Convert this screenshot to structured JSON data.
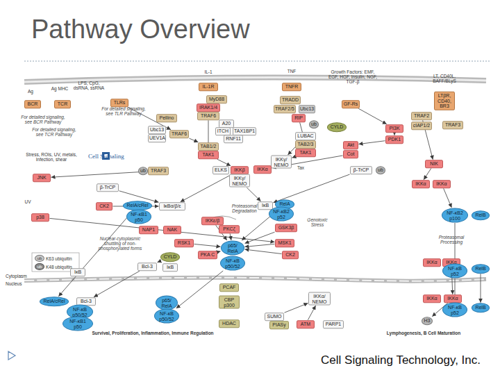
{
  "diagram": {
    "title": "Pathway Overview",
    "caption": "Cell Signaling Technology, Inc.",
    "nodes": [
      {
        "text": [
          "BCR"
        ]
      },
      {
        "text": [
          "TCR"
        ]
      },
      {
        "text": [
          "TLRs"
        ]
      },
      {
        "text": [
          "IL-1R"
        ]
      },
      {
        "text": [
          "TNFR"
        ]
      },
      {
        "text": [
          "GF-Rs"
        ]
      },
      {
        "text": [
          "LTβR, CD40, BR3"
        ]
      },
      {
        "text": [
          "MyD88"
        ]
      },
      {
        "text": [
          "TRADD"
        ]
      },
      {
        "text": [
          "IRAK1/4"
        ]
      },
      {
        "text": [
          "TRAF6"
        ]
      },
      {
        "text": [
          "TRAF2/5"
        ]
      },
      {
        "text": [
          "Ubc13"
        ]
      },
      {
        "text": [
          "Pellino"
        ]
      },
      {
        "text": [
          "RIP"
        ]
      },
      {
        "text": [
          "ub"
        ]
      },
      {
        "text": [
          "CYLD"
        ]
      },
      {
        "text": [
          "TRAF2"
        ]
      },
      {
        "text": [
          "TRAF3"
        ]
      },
      {
        "text": [
          "cIAP1/2"
        ]
      },
      {
        "text": [
          "A20"
        ]
      },
      {
        "text": [
          "PI3K"
        ]
      },
      {
        "text": [
          "Ubc13"
        ]
      },
      {
        "text": [
          "TRAF6"
        ]
      },
      {
        "text": [
          "ITCH"
        ]
      },
      {
        "text": [
          "TAX1BP1"
        ]
      },
      {
        "text": [
          "UEV1A"
        ]
      },
      {
        "text": [
          "RNF11"
        ]
      },
      {
        "text": [
          "LUBAC"
        ]
      },
      {
        "text": [
          "PDK1"
        ]
      },
      {
        "text": [
          "TAB1/2"
        ]
      },
      {
        "text": [
          "TAB2/3"
        ]
      },
      {
        "text": [
          "Akt"
        ]
      },
      {
        "text": [
          "TAK1"
        ]
      },
      {
        "text": [
          "TAK1"
        ]
      },
      {
        "text": [
          "Cot"
        ]
      },
      {
        "text": [
          "IKKγ/ NEMO"
        ]
      },
      {
        "text": [
          "NIK"
        ]
      },
      {
        "text": [
          "ELKS"
        ]
      },
      {
        "text": [
          "IKKβ"
        ]
      },
      {
        "text": [
          "IKKα"
        ]
      },
      {
        "text": [
          "TRAF3"
        ]
      },
      {
        "text": [
          "ub"
        ]
      },
      {
        "text": [
          "β-TrCP"
        ]
      },
      {
        "text": [
          "ub"
        ]
      },
      {
        "text": [
          "JNK"
        ]
      },
      {
        "text": [
          "IKKγ/ NEMO"
        ]
      },
      {
        "text": [
          "IKKα"
        ]
      },
      {
        "text": [
          "IKKα"
        ]
      },
      {
        "text": [
          "β-TrCP"
        ]
      },
      {
        "text": [
          "CK2"
        ]
      },
      {
        "text": [
          "RelA/cRel"
        ]
      },
      {
        "text": [
          "IκBα/β/ε"
        ]
      },
      {
        "text": [
          "IκB"
        ]
      },
      {
        "text": [
          "RelA"
        ]
      },
      {
        "text": [
          "NF-κB1 p50"
        ]
      },
      {
        "text": [
          "NF-κB2 p52"
        ]
      },
      {
        "text": [
          "NF-κB2 p100"
        ]
      },
      {
        "text": [
          "RelB"
        ]
      },
      {
        "text": [
          "p38"
        ]
      },
      {
        "text": [
          "IKKε/β"
        ]
      },
      {
        "text": [
          "PKCζ"
        ]
      },
      {
        "text": [
          "GSK3β"
        ]
      },
      {
        "text": [
          "NAP1"
        ]
      },
      {
        "text": [
          "NAK"
        ]
      },
      {
        "text": [
          "RSK1"
        ]
      },
      {
        "text": [
          "MSK1"
        ]
      },
      {
        "text": [
          "p65/ RelA"
        ]
      },
      {
        "text": [
          "PKA C"
        ]
      },
      {
        "text": [
          "CK2"
        ]
      },
      {
        "text": [
          "CYLD"
        ]
      },
      {
        "text": [
          "NF-κB p50/52"
        ]
      },
      {
        "text": [
          "IKKα"
        ]
      },
      {
        "text": [
          "IKKα"
        ]
      },
      {
        "text": [
          "Bcl-3"
        ]
      },
      {
        "text": [
          "IκB"
        ]
      },
      {
        "text": [
          "NF-κB p52"
        ]
      },
      {
        "text": [
          "RelB"
        ]
      },
      {
        "text": [
          "IκB"
        ]
      },
      {
        "text": [
          "PCAF"
        ]
      },
      {
        "text": [
          "IKKα/ NEMO"
        ]
      },
      {
        "text": [
          "CBP p300"
        ]
      },
      {
        "text": [
          "RelA/cRel"
        ]
      },
      {
        "text": [
          "Bcl-3"
        ]
      },
      {
        "text": [
          "p65/ RelA"
        ]
      },
      {
        "text": [
          "IKKα"
        ]
      },
      {
        "text": [
          "IKKα"
        ]
      },
      {
        "text": [
          "NF-κB p50/52"
        ]
      },
      {
        "text": [
          "NF-κB p50/52"
        ]
      },
      {
        "text": [
          "NF-κB p52"
        ]
      },
      {
        "text": [
          "RelB"
        ]
      },
      {
        "text": [
          "SUMO"
        ]
      },
      {
        "text": [
          "NF-κB1 p50"
        ]
      },
      {
        "text": [
          "HDAC"
        ]
      },
      {
        "text": [
          "PIASy"
        ]
      },
      {
        "text": [
          "ATM"
        ]
      },
      {
        "text": [
          "PARP1"
        ]
      },
      {
        "text": [
          "H3"
        ]
      }
    ],
    "edges": [
      {
        "from": 10,
        "to": 33,
        "arrow": "to"
      },
      {
        "from": 23,
        "to": 30,
        "arrow": "to"
      },
      {
        "from": 2,
        "to": 23,
        "arrow": "to"
      },
      {
        "from": 14,
        "to": 31,
        "arrow": "to"
      },
      {
        "from": 28,
        "to": 36,
        "arrow": "to"
      },
      {
        "from": 34,
        "to": 36,
        "arrow": "to"
      },
      {
        "from": 33,
        "to": 39,
        "arrow": "to"
      },
      {
        "from": 5,
        "to": 21,
        "arrow": "to"
      },
      {
        "from": 21,
        "to": 29,
        "arrow": "to"
      },
      {
        "from": 29,
        "to": 32,
        "arrow": "to"
      },
      {
        "from": 35,
        "to": 40,
        "arrow": "to"
      },
      {
        "from": 17,
        "to": 37,
        "arrow": "to"
      },
      {
        "from": 37,
        "to": 47,
        "arrow": "to"
      },
      {
        "from": 48,
        "to": 57,
        "arrow": "to"
      },
      {
        "from": 57,
        "to": 76,
        "arrow": "to"
      },
      {
        "from": 73,
        "to": 86,
        "arrow": "to"
      },
      {
        "from": 76,
        "to": 89,
        "arrow": "to"
      },
      {
        "from": 41,
        "to": 45,
        "arrow": "to"
      },
      {
        "from": 50,
        "to": 52,
        "arrow": "to"
      },
      {
        "from": 39,
        "to": 52,
        "arrow": "to"
      },
      {
        "from": 49,
        "to": 52,
        "arrow": "to"
      },
      {
        "from": 46,
        "to": 53,
        "arrow": "to"
      },
      {
        "from": 43,
        "to": 53,
        "arrow": "to"
      },
      {
        "from": 54,
        "to": 67,
        "arrow": "to"
      },
      {
        "from": 62,
        "to": 67,
        "arrow": "to"
      },
      {
        "from": 61,
        "to": 67,
        "arrow": "to"
      },
      {
        "from": 65,
        "to": 67,
        "arrow": "to"
      },
      {
        "from": 66,
        "to": 67,
        "arrow": "to"
      },
      {
        "from": 68,
        "to": 67,
        "arrow": "to"
      },
      {
        "from": 69,
        "to": 67,
        "arrow": "to"
      },
      {
        "from": 60,
        "to": 67,
        "arrow": "to"
      },
      {
        "from": 71,
        "to": 88,
        "arrow": "to"
      },
      {
        "from": 70,
        "to": 74,
        "arrow": "to"
      },
      {
        "from": 74,
        "to": 83,
        "arrow": "to"
      },
      {
        "from": 95,
        "to": 80,
        "arrow": "to"
      },
      {
        "from": 91,
        "to": 80,
        "arrow": "to"
      },
      {
        "from": 86,
        "to": 97,
        "arrow": "to"
      },
      {
        "from": 77,
        "to": 90,
        "arrow": "to"
      },
      {
        "from": 51,
        "to": 82,
        "arrow": "to"
      },
      {
        "from": 59,
        "to": 66,
        "arrow": "to"
      }
    ],
    "labels": [
      "IL-1",
      "TNF",
      "Growth Factors: EMF, EGF, HGF, Insulin, NGF, TGF-β",
      "LT, CD40L, BAFF/BLyS",
      "Ag",
      "Ag MHC",
      "LPS, CpG, dsRNA, ssRNA",
      "For detailed signaling, see BCR Pathway",
      "For detailed signaling, see TLR Pathway",
      "For detailed signaling, see TCR Pathway",
      "Stress, ROIs, UV, metals, Infection, shear",
      "Cell Signaling",
      "Tax",
      "UV",
      "Proteasomal Degradation",
      "Genotoxic Stress",
      "Nuclear-cytoplasmic shuttling of non-phosphorylated forms",
      "Proteasomal Processing",
      "Cytoplasm",
      "Nucleus",
      "Survival, Proliferation, Inflammation, Immune Regulation",
      "Lymphogenesis, B Cell Maturation",
      "ub",
      "ub"
    ],
    "legend": [
      {
        "text": "K63 ubiquitin"
      },
      {
        "text": "K48 ubiquitin"
      }
    ]
  }
}
